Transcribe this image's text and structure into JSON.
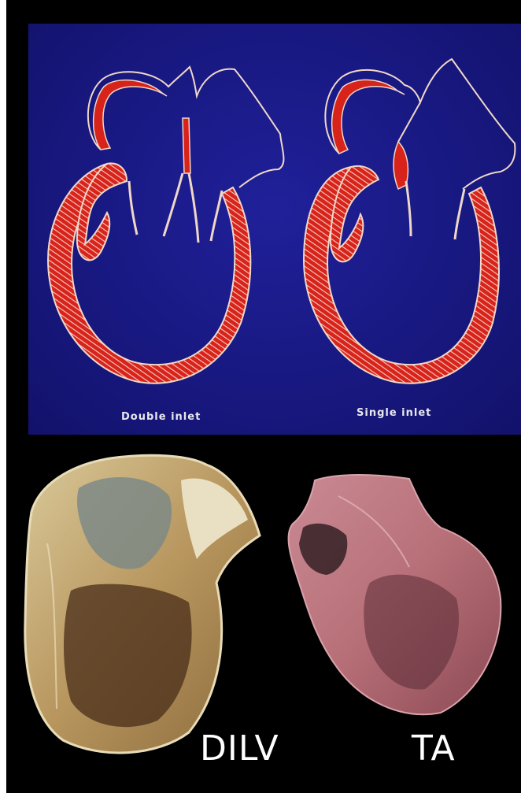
{
  "diagram": {
    "left_caption": "Double inlet",
    "right_caption": "Single inlet"
  },
  "labels": {
    "left": "DILV",
    "right": "TA"
  },
  "colors": {
    "background": "#000000",
    "diagram_panel": "#1a1a86",
    "myocardium": "#d8231b",
    "outline": "#f0d8c8"
  }
}
